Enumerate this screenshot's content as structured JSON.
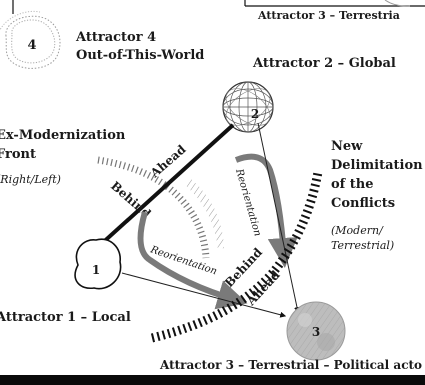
{
  "top_caption": "Attractor 3 – Terrestria",
  "attractor4": {
    "number": "4",
    "title_line1": "Attractor 4",
    "title_line2": "Out-of-This-World"
  },
  "attractor2": {
    "number": "2",
    "title": "Attractor 2 – Global"
  },
  "attractor1": {
    "number": "1",
    "title": "Attractor 1 – Local"
  },
  "attractor3": {
    "number": "3",
    "title": "Attractor 3 – Terrestrial – Political acto"
  },
  "front": {
    "line1": "Ex-Modernization",
    "line2": "Front",
    "sub": "(Right/Left)"
  },
  "delimitation": {
    "line1": "New",
    "line2": "Delimitation",
    "line3": "of the",
    "line4": "Conflicts",
    "sub1": "(Modern/",
    "sub2": "Terrestrial)"
  },
  "arrows": {
    "ahead_upper": "Ahead",
    "behind_upper": "Behind",
    "reorientation_upper": "Reorientation",
    "reorientation_lower": "Reorientation",
    "behind_lower": "Behind",
    "ahead_lower": "Ahead"
  }
}
